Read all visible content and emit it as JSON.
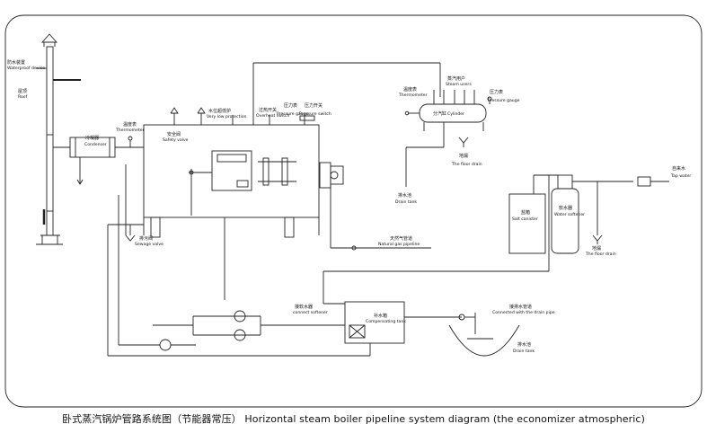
{
  "caption": "卧式蒸汽锅炉管路系统图（节能器常压） Horizontal steam boiler pipeline system diagram (the economizer atmospheric)",
  "labels": {
    "waterproof_cn": "防水装置",
    "waterproof_en": "Waterproof device",
    "roof_cn": "屋顶",
    "roof_en": "Roof",
    "condenser_cn": "冷凝器",
    "condenser_en": "Condenser",
    "thermometer1_cn": "温度表",
    "thermometer1_en": "Thermometer",
    "safety_valve_cn": "安全阀",
    "safety_valve_en": "Safety valve",
    "low_water_cn": "水位超低护",
    "low_water_en": "Very low protection",
    "overheat_cn": "过热开关",
    "overheat_en": "Overheat switch",
    "pressure_gauge1_cn": "压力表",
    "pressure_gauge1_en": "Pressure gauge",
    "pressure_switch_cn": "压力开关",
    "pressure_switch_en": "Pressure switch",
    "sewage_valve_cn": "排污阀",
    "sewage_valve_en": "Sewage valve",
    "thermometer2_cn": "温度表",
    "thermometer2_en": "Thermometer",
    "steam_users_cn": "蒸汽用户",
    "steam_users_en": "Steam users",
    "pressure_gauge2_cn": "压力表",
    "pressure_gauge2_en": "Pressure gauge",
    "cylinder_cn": "分汽缸",
    "cylinder_en": "Cylinder",
    "floor_drain1_cn": "地漏",
    "floor_drain1_en": "The floor drain",
    "drain_tank1_cn": "排水池",
    "drain_tank1_en": "Drain tank",
    "gas_pipeline_cn": "天然气管道",
    "gas_pipeline_en": "Natural gas pipeline",
    "salt_canister_cn": "盐箱",
    "salt_canister_en": "Salt canister",
    "water_softener_cn": "软水器",
    "water_softener_en": "Water softener",
    "floor_drain2_cn": "地漏",
    "floor_drain2_en": "The floor drain",
    "tap_water_cn": "自来水",
    "tap_water_en": "Tap water",
    "connect_softener_cn": "接软水器",
    "connect_softener_en": "connect softener",
    "comp_tank_cn": "补水箱",
    "comp_tank_en": "Compensating tank",
    "drain_pipe_cn": "接排水管道",
    "drain_pipe_en": "Connected with the drain pipe",
    "drain_tank2_cn": "排水池",
    "drain_tank2_en": "Drain tank"
  }
}
